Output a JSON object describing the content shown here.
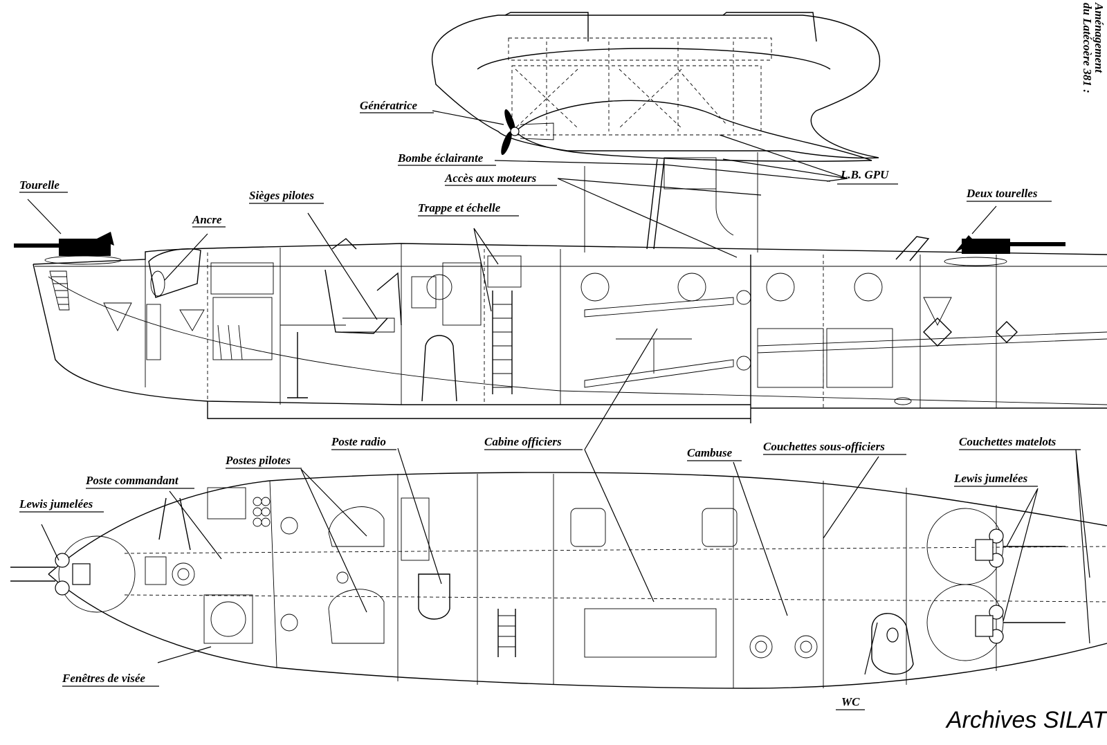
{
  "title": {
    "line1": "Aménagement",
    "line2": "du Latécoère 381 :"
  },
  "side_view_labels": {
    "generatrice": "Génératrice",
    "bombe_eclairante": "Bombe éclairante",
    "acces_moteurs": "Accès aux moteurs",
    "lb_gpu": "L.B. GPU",
    "tourelle": "Tourelle",
    "sieges_pilotes": "Sièges pilotes",
    "ancre": "Ancre",
    "trappe_echelle": "Trappe et échelle",
    "deux_tourelles": "Deux tourelles"
  },
  "plan_view_labels": {
    "poste_radio": "Poste radio",
    "cabine_officiers": "Cabine officiers",
    "cambuse": "Cambuse",
    "couchettes_sous_officiers": "Couchettes sous-officiers",
    "couchettes_matelots": "Couchettes matelots",
    "postes_pilotes": "Postes pilotes",
    "poste_commandant": "Poste commandant",
    "lewis_jumelees_left": "Lewis jumelées",
    "lewis_jumelees_right": "Lewis jumelées",
    "fenetres_visee": "Fenêtres de visée",
    "wc": "WC"
  },
  "credit": "Archives SILAT",
  "icons": [
    "machine-gun-turret-icon",
    "porthole-icon",
    "ladder-icon",
    "propeller-icon",
    "seat-icon"
  ]
}
